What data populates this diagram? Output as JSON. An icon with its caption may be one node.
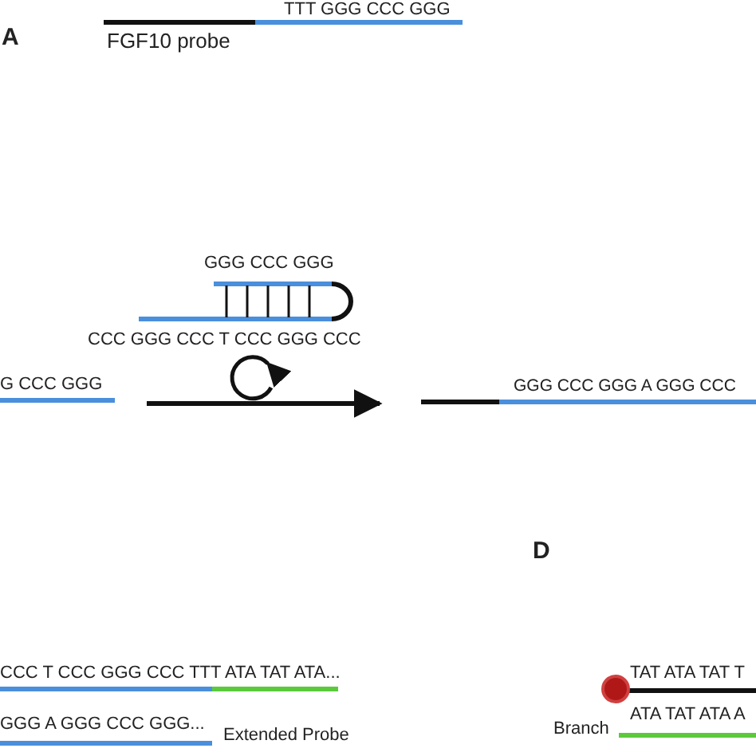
{
  "diagram": {
    "labels": [
      "A",
      "TTT GGG CCC GGG",
      "FGF10 probe",
      "GGG CCC GGG",
      "CCC GGG CCC T CCC GGG CCC",
      "G CCC GGG",
      "GGG CCC GGG A GGG CCC",
      "D",
      "CCC T CCC GGG CCC TTT ATA TAT ATA...",
      "TAT ATA TAT T",
      "GGG A GGG CCC GGG...",
      "Extended Probe",
      "ATA TAT ATA A",
      "Branch"
    ]
  }
}
